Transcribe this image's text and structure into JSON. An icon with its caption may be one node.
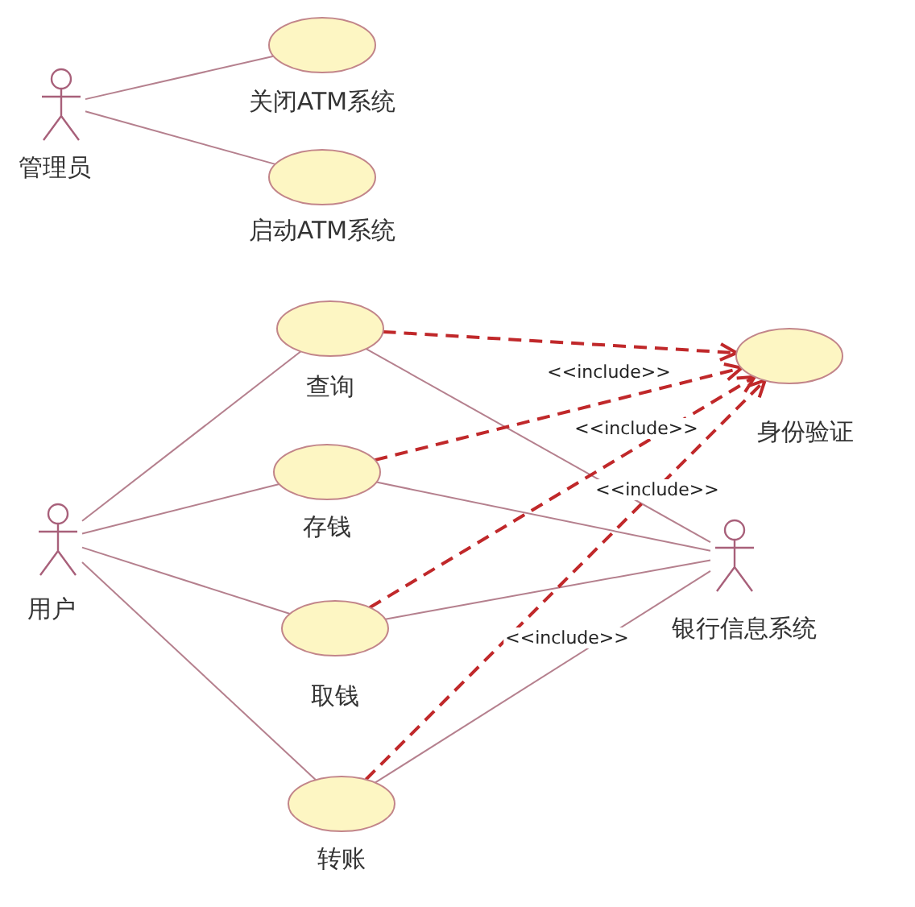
{
  "diagram": {
    "nodes": [
      {
        "text": [
          "管理员"
        ]
      },
      {
        "text": [
          "关闭ATM系统"
        ]
      },
      {
        "text": [
          "启动ATM系统"
        ]
      },
      {
        "text": [
          "用户"
        ]
      },
      {
        "text": [
          "查询"
        ]
      },
      {
        "text": [
          "存钱"
        ]
      },
      {
        "text": [
          "取钱"
        ]
      },
      {
        "text": [
          "转账"
        ]
      },
      {
        "text": [
          "身份验证"
        ]
      },
      {
        "text": [
          "银行信息系统"
        ]
      }
    ],
    "edges": [
      {
        "from": 0,
        "to": 1,
        "arrow": "none"
      },
      {
        "from": 0,
        "to": 2,
        "arrow": "none"
      },
      {
        "from": 3,
        "to": 4,
        "arrow": "none"
      },
      {
        "from": 3,
        "to": 5,
        "arrow": "none"
      },
      {
        "from": 3,
        "to": 6,
        "arrow": "none"
      },
      {
        "from": 3,
        "to": 7,
        "arrow": "none"
      },
      {
        "from": 4,
        "to": 9,
        "arrow": "none"
      },
      {
        "from": 5,
        "to": 9,
        "arrow": "none"
      },
      {
        "from": 6,
        "to": 9,
        "arrow": "none"
      },
      {
        "from": 7,
        "to": 9,
        "arrow": "none"
      },
      {
        "from": 4,
        "to": 8,
        "arrow": "to",
        "label": "<<include>>",
        "style": "dashed",
        "color": "#c0282a"
      },
      {
        "from": 5,
        "to": 8,
        "arrow": "to",
        "label": "<<include>>",
        "style": "dashed",
        "color": "#c0282a"
      },
      {
        "from": 6,
        "to": 8,
        "arrow": "to",
        "label": "<<include>>",
        "style": "dashed",
        "color": "#c0282a"
      },
      {
        "from": 7,
        "to": 8,
        "arrow": "to",
        "label": "<<include>>",
        "style": "dashed",
        "color": "#c0282a"
      }
    ]
  }
}
